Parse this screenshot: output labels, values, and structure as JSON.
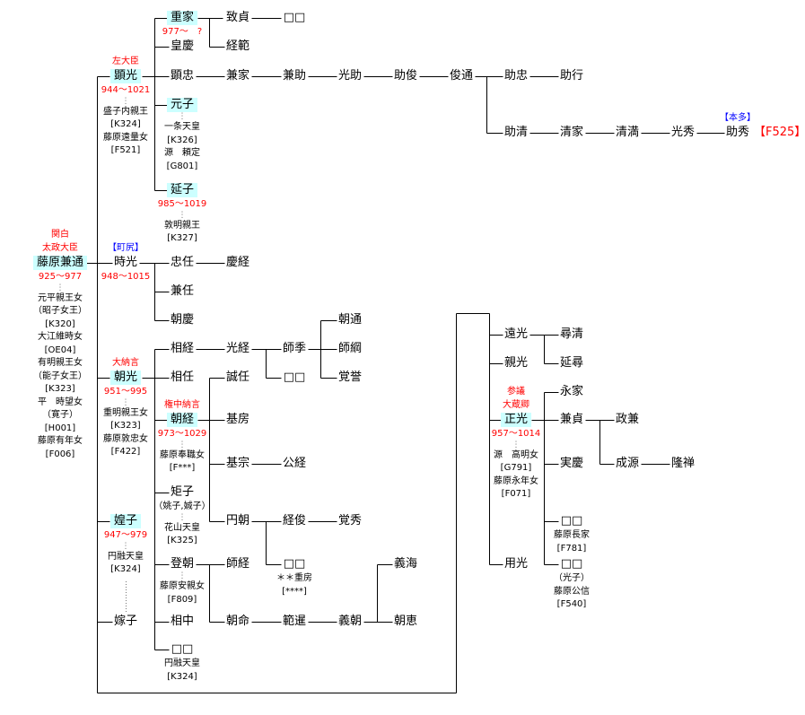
{
  "persons": {
    "kanemichi": {
      "name": "藤原兼通",
      "above": [
        "関白",
        "太政大臣"
      ],
      "years": "925～977",
      "notes": [
        "元平親王女",
        "（昭子女王）",
        "[K320]",
        "大江維時女",
        "[OE04]",
        "有明親王女",
        "（能子女王）",
        "[K323]",
        "平　時望女",
        "（寛子）",
        "[H001]",
        "藤原有年女",
        "[F006]"
      ]
    },
    "akimitsu": {
      "name": "顕光",
      "above": [
        "左大臣"
      ],
      "years": "944～1021",
      "notes": [
        "盛子内親王",
        "[K324]",
        "藤原遠量女",
        "[F521]"
      ]
    },
    "shigeie": {
      "name": "重家",
      "years": "977～　?"
    },
    "kokei": {
      "name": "皇慶"
    },
    "akitada": {
      "name": "顕忠"
    },
    "motoko": {
      "name": "元子",
      "notes": [
        "一条天皇",
        "[K326]",
        "源　頼定",
        "[G801]"
      ]
    },
    "nobuko": {
      "name": "延子",
      "years": "985～1019",
      "notes": [
        "敦明親王",
        "[K327]"
      ]
    },
    "munesada": {
      "name": "致貞"
    },
    "tsunenori": {
      "name": "経範"
    },
    "unknown1": {
      "name": "□□"
    },
    "kaneie": {
      "name": "兼家"
    },
    "kanesuke": {
      "name": "兼助"
    },
    "mitsusuke": {
      "name": "光助"
    },
    "suketoshi": {
      "name": "助俊"
    },
    "toshimichi": {
      "name": "俊通"
    },
    "suketada": {
      "name": "助忠"
    },
    "sukeyuki": {
      "name": "助行"
    },
    "sukekiyo": {
      "name": "助清"
    },
    "kiyoie": {
      "name": "清家"
    },
    "kiyomitsu": {
      "name": "清満"
    },
    "mitsuhide": {
      "name": "光秀"
    },
    "sukehide": {
      "name": "助秀",
      "above": [
        "【本多】"
      ],
      "ref": "【F525】"
    },
    "tokimitsu": {
      "name": "時光",
      "above": [
        "【町尻】"
      ],
      "years": "948～1015"
    },
    "tadato": {
      "name": "忠任"
    },
    "keikei": {
      "name": "慶経"
    },
    "kaneto": {
      "name": "兼任"
    },
    "chokei": {
      "name": "朝慶"
    },
    "asamitsu": {
      "name": "朝光",
      "above": [
        "大納言"
      ],
      "years": "951～995",
      "notes": [
        "重明親王女",
        "[K323]",
        "藤原敦忠女",
        "[F422]"
      ]
    },
    "suketsune": {
      "name": "相経"
    },
    "suketo": {
      "name": "相任"
    },
    "asatsune": {
      "name": "朝経",
      "above": [
        "権中納言"
      ],
      "years": "973～1029",
      "notes": [
        "藤原奉職女",
        "[F***]"
      ]
    },
    "noriko": {
      "name": "矩子",
      "notes_pre": [
        "（姚子,娍子）"
      ],
      "notes": [
        "花山天皇",
        "[K325]"
      ]
    },
    "nobutomo": {
      "name": "登朝",
      "notes": [
        "藤原安親女",
        "[F809]"
      ]
    },
    "sukenaka": {
      "name": "相中"
    },
    "unknown2": {
      "name": "□□",
      "notes_plain": [
        "円融天皇",
        "[K324]"
      ]
    },
    "mitsutsune": {
      "name": "光経"
    },
    "morosue": {
      "name": "師季"
    },
    "unknown3": {
      "name": "□□"
    },
    "asamichi": {
      "name": "朝通"
    },
    "morotsuna": {
      "name": "師綱"
    },
    "kakuyo": {
      "name": "覚誉"
    },
    "nobuto": {
      "name": "誠任"
    },
    "motofusa": {
      "name": "基房"
    },
    "motomune": {
      "name": "基宗"
    },
    "kintsune": {
      "name": "公経"
    },
    "encho": {
      "name": "円朝"
    },
    "tsunetoshi": {
      "name": "経俊"
    },
    "kakushu": {
      "name": "覚秀"
    },
    "unknown4": {
      "name": "□□",
      "notes_plain": [
        "＊＊重房",
        "[****]"
      ]
    },
    "morotsune": {
      "name": "師経"
    },
    "asanori": {
      "name": "朝命"
    },
    "hanzen": {
      "name": "範暹"
    },
    "yoshitomo": {
      "name": "義朝"
    },
    "gikai": {
      "name": "義海"
    },
    "choe": {
      "name": "朝恵"
    },
    "koko": {
      "name": "媓子",
      "years": "947～979",
      "notes": [
        "円融天皇",
        "[K324]"
      ]
    },
    "yomeko": {
      "name": "嫁子"
    },
    "tomitsu": {
      "name": "遠光"
    },
    "chikamitsu": {
      "name": "親光"
    },
    "masamitsu": {
      "name": "正光",
      "above": [
        "参議",
        "大蔵卿"
      ],
      "years": "957～1014",
      "notes": [
        "源　高明女",
        "[G791]",
        "藤原永年女",
        "[F071]"
      ]
    },
    "mochimitsu": {
      "name": "用光"
    },
    "jinsei": {
      "name": "尋清"
    },
    "enjin": {
      "name": "延尋"
    },
    "nagaie": {
      "name": "永家"
    },
    "kanesada": {
      "name": "兼貞"
    },
    "jikkei": {
      "name": "実慶"
    },
    "unknown5": {
      "name": "□□",
      "notes_plain": [
        "藤原長家",
        "[F781]"
      ]
    },
    "unknown6": {
      "name": "□□",
      "notes_plain": [
        "（光子）",
        "藤原公信",
        "[F540]"
      ]
    },
    "masakane": {
      "name": "政兼"
    },
    "jogen": {
      "name": "成源"
    },
    "ryuzen": {
      "name": "隆禅"
    }
  },
  "colors": {
    "highlight": "#ccffff",
    "title_red": "#ff0000",
    "title_blue": "#0000ff",
    "line": "#000000"
  }
}
